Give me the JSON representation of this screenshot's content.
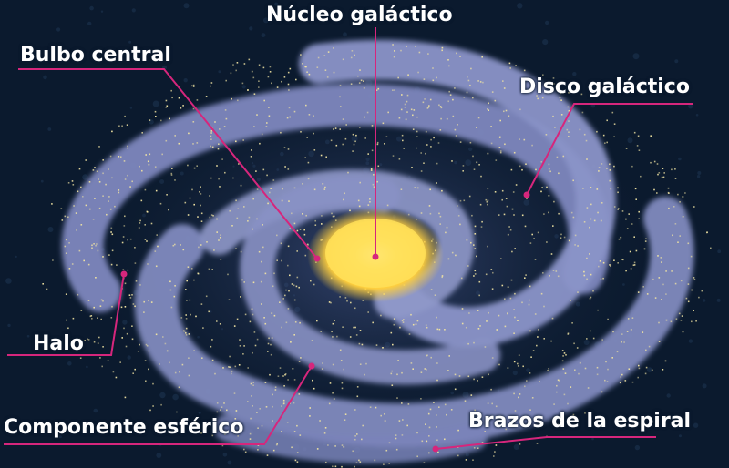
{
  "labels": {
    "nucleo": "Núcleo galáctico",
    "bulbo": "Bulbo central",
    "disco": "Disco galáctico",
    "halo": "Halo",
    "componente": "Componente esférico",
    "brazos": "Brazos de la espiral"
  },
  "colors": {
    "background": "#0b1a2e",
    "arms": "#8690c2",
    "core": "#ffd84a",
    "stars": "#f0e3a2",
    "leader": "#d6267c",
    "text": "#ffffff"
  },
  "icons": [
    "spiral-galaxy-illustration"
  ]
}
